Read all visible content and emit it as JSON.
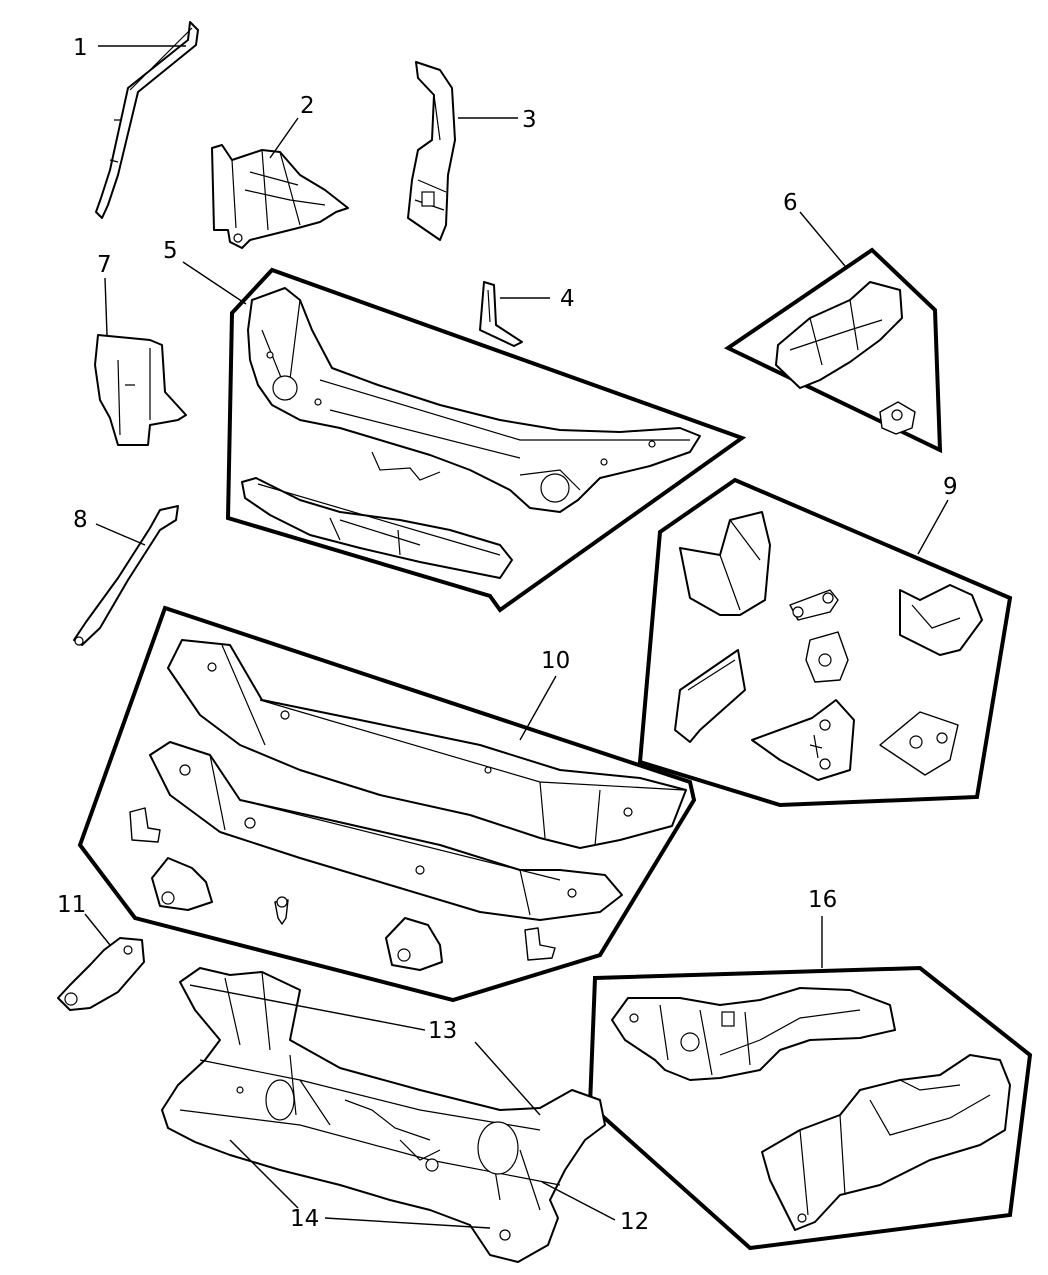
{
  "callouts": {
    "c1": "1",
    "c2": "2",
    "c3": "3",
    "c4": "4",
    "c5": "5",
    "c6": "6",
    "c7": "7",
    "c8": "8",
    "c9": "9",
    "c10": "10",
    "c11": "11",
    "c12": "12",
    "c13": "13",
    "c14": "14",
    "c16": "16"
  }
}
